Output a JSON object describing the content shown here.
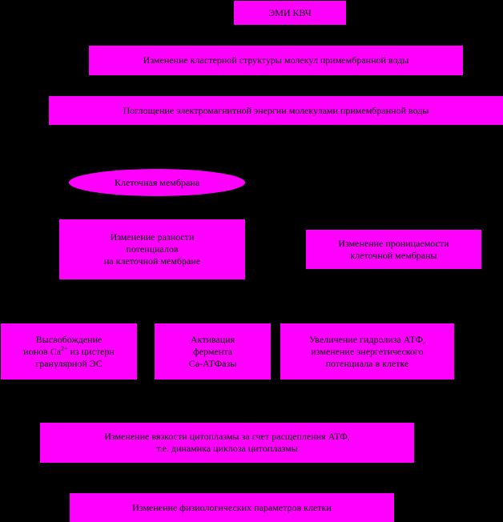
{
  "colors": {
    "background": "#000000",
    "node_fill": "#ff00ff",
    "text": "#000000"
  },
  "nodes": {
    "emi": "ЭМИ КВЧ",
    "cluster_change": "Изменение кластерной структуры молекул примембранной воды",
    "absorption": "Поглощение электромагнитной энергии молекулами примембранной воды",
    "cell_membrane": "Клеточная мембрана",
    "potential_diff": "Изменение разности\nпотенциалов\nна клеточной мембране",
    "permeability": "Изменение проницаемости\nклеточной мембраны",
    "calcium_release_prefix": "Высвобождение\nионов Ca",
    "calcium_release_sup": "2+",
    "calcium_release_suffix": " из цистерн\nгранулярной ЭС",
    "ca_atpase": "Активация\nфермента\nCa-АТФазы",
    "atp_hydrolysis": "Увеличение гидролиза АТФ,\nизменение энергетического\nпотенциала в клетке",
    "viscosity": "Изменение вязкости цитоплазмы за счет расщепления АТФ,\nт.е. динамика циклоза цитоплазмы",
    "physiology": "Изменение физиологических параметров клетки"
  }
}
